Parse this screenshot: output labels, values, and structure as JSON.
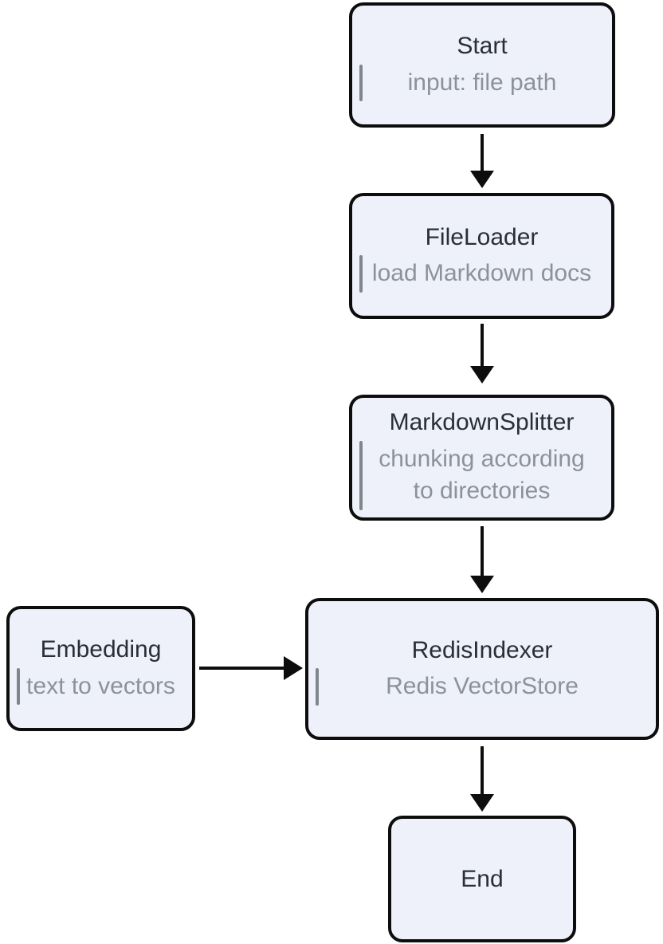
{
  "diagram": {
    "type": "flowchart",
    "background": "#ffffff",
    "colors": {
      "node_fill": "#eef1f9",
      "node_border": "#0d0d0d",
      "title_text": "#2a2e37",
      "subtitle_text": "#8c929b",
      "accent_bar": "#80868e",
      "arrow": "#0d0d0d"
    },
    "nodes": {
      "start": {
        "title": "Start",
        "subtitle": "input: file path"
      },
      "file_loader": {
        "title": "FileLoader",
        "subtitle": "load Markdown docs"
      },
      "markdown_splitter": {
        "title": "MarkdownSplitter",
        "subtitle": "chunking according to directories"
      },
      "embedding": {
        "title": "Embedding",
        "subtitle": "text to vectors"
      },
      "redis_indexer": {
        "title": "RedisIndexer",
        "subtitle": "Redis VectorStore"
      },
      "end": {
        "title": "End"
      }
    },
    "edges": [
      {
        "from": "start",
        "to": "file_loader",
        "direction": "down"
      },
      {
        "from": "file_loader",
        "to": "markdown_splitter",
        "direction": "down"
      },
      {
        "from": "markdown_splitter",
        "to": "redis_indexer",
        "direction": "down"
      },
      {
        "from": "embedding",
        "to": "redis_indexer",
        "direction": "right"
      },
      {
        "from": "redis_indexer",
        "to": "end",
        "direction": "down"
      }
    ]
  }
}
